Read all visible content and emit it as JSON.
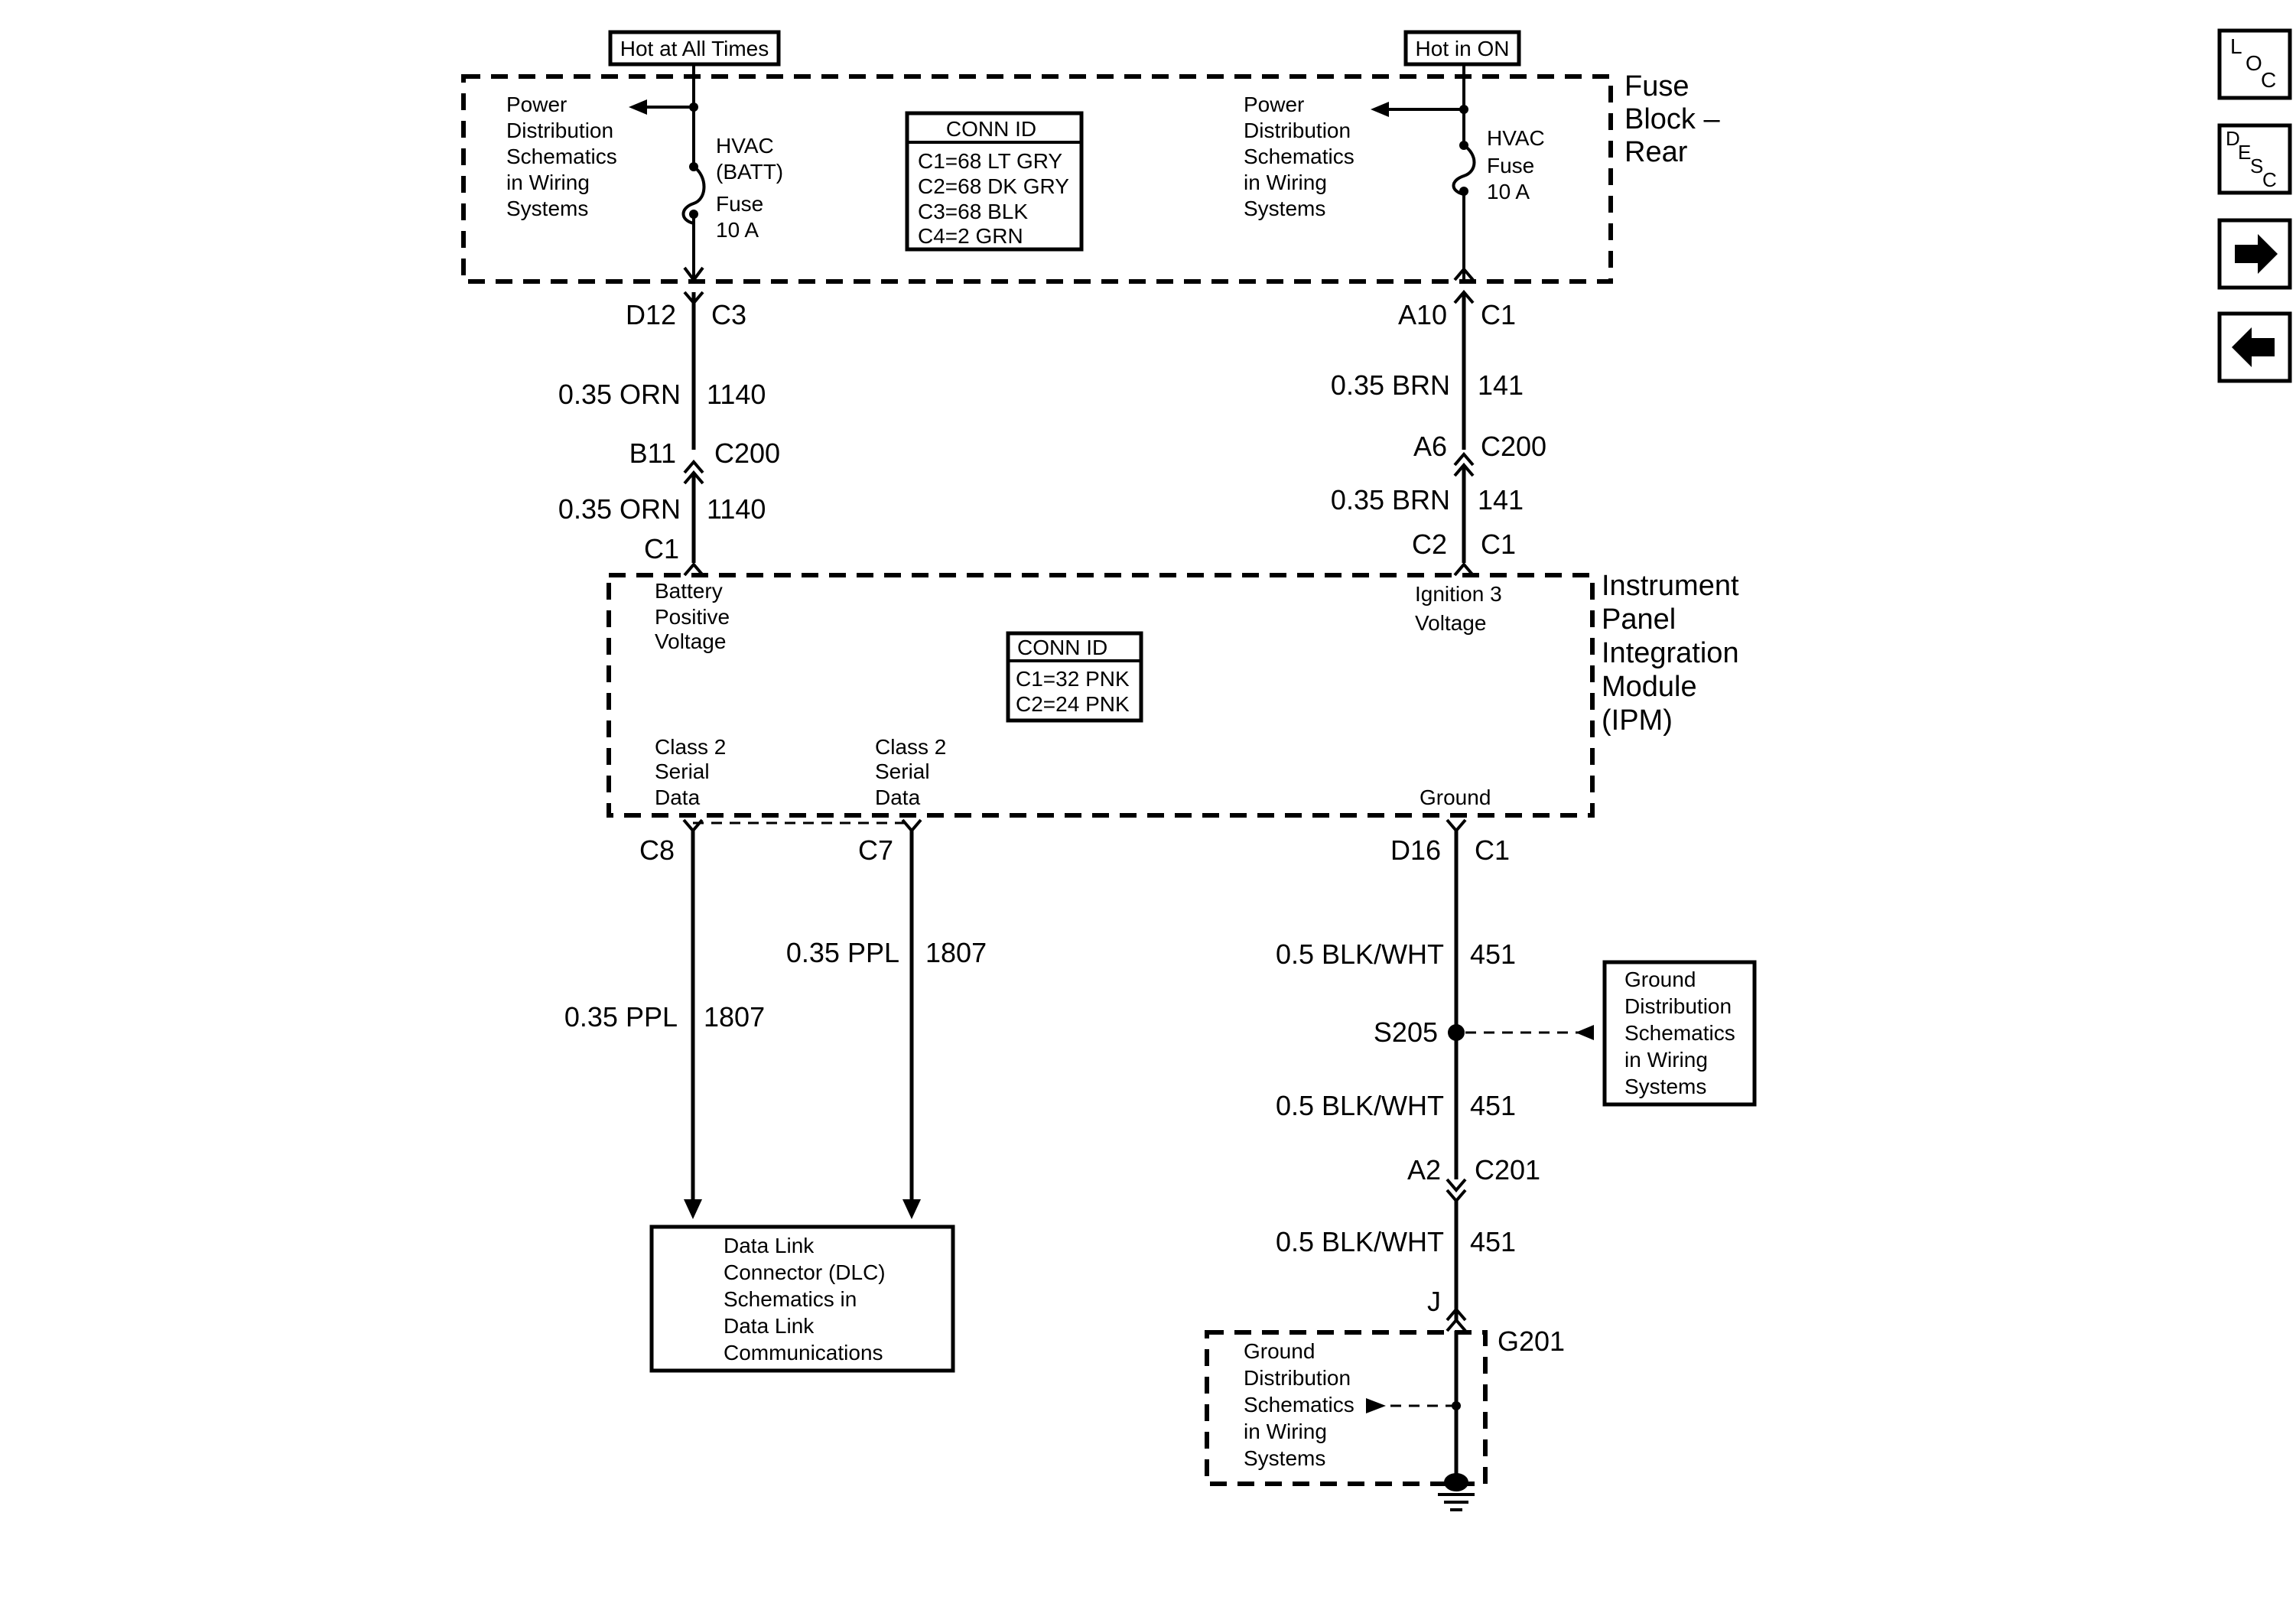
{
  "fuse_block": {
    "name": [
      "Fuse",
      "Block –",
      "Rear"
    ],
    "hot_at_all_times": "Hot at All Times",
    "hot_in_on": "Hot in ON",
    "power_ref_left": [
      "Power",
      "Distribution",
      "Schematics",
      "in Wiring",
      "Systems"
    ],
    "power_ref_right": [
      "Power",
      "Distribution",
      "Schematics",
      "in Wiring",
      "Systems"
    ],
    "fuse_left": [
      "HVAC",
      "(BATT)",
      "Fuse",
      "10 A"
    ],
    "fuse_right": [
      "HVAC",
      "Fuse",
      "10 A"
    ],
    "conn_id_title": "CONN ID",
    "conn_id": [
      "C1=68 LT GRY",
      "C2=68 DK GRY",
      "C3=68 BLK",
      "C4=2 GRN"
    ]
  },
  "left_circuit": {
    "pin_top": "D12",
    "conn_top": "C3",
    "wire1": "0.35 ORN",
    "circuit1": "1140",
    "pin_mid": "B11",
    "conn_mid": "C200",
    "wire2": "0.35 ORN",
    "circuit2": "1140",
    "conn_bottom": "C1"
  },
  "right_circuit": {
    "pin_top": "A10",
    "conn_top": "C1",
    "wire1": "0.35 BRN",
    "circuit1": "141",
    "pin_mid": "A6",
    "conn_mid": "C200",
    "wire2": "0.35 BRN",
    "circuit2": "141",
    "pin_bottom": "C2",
    "conn_bottom": "C1"
  },
  "ipm": {
    "name": [
      "Instrument",
      "Panel",
      "Integration",
      "Module",
      "(IPM)"
    ],
    "battery": [
      "Battery",
      "Positive",
      "Voltage"
    ],
    "ignition": [
      "Ignition  3",
      "Voltage"
    ],
    "conn_id_title": "CONN ID",
    "conn_id": [
      "C1=32 PNK",
      "C2=24 PNK"
    ],
    "class2_a": [
      "Class 2",
      "Serial",
      "Data"
    ],
    "class2_b": [
      "Class 2",
      "Serial",
      "Data"
    ],
    "ground": "Ground"
  },
  "data_lines": {
    "pin_a": "C8",
    "wire_a": "0.35 PPL",
    "circuit_a": "1807",
    "pin_b": "C7",
    "wire_b": "0.35 PPL",
    "circuit_b": "1807",
    "dlc": [
      "Data Link",
      "Connector (DLC)",
      "Schematics in",
      "Data Link",
      "Communications"
    ]
  },
  "ground_circuit": {
    "pin_top": "D16",
    "conn_top": "C1",
    "wire1": "0.5 BLK/WHT",
    "circuit1": "451",
    "splice": "S205",
    "ground_ref": [
      "Ground",
      "Distribution",
      "Schematics",
      "in Wiring",
      "Systems"
    ],
    "wire2": "0.5 BLK/WHT",
    "circuit2": "451",
    "pin_mid": "A2",
    "conn_mid": "C201",
    "wire3": "0.5 BLK/WHT",
    "circuit3": "451",
    "pin_j": "J",
    "ground_id": "G201",
    "ground_ref_bottom": [
      "Ground",
      "Distribution",
      "Schematics",
      "in Wiring",
      "Systems"
    ]
  },
  "nav": {
    "loc": [
      "L",
      "O",
      "C"
    ],
    "desc": [
      "D",
      "E",
      "S",
      "C"
    ]
  }
}
